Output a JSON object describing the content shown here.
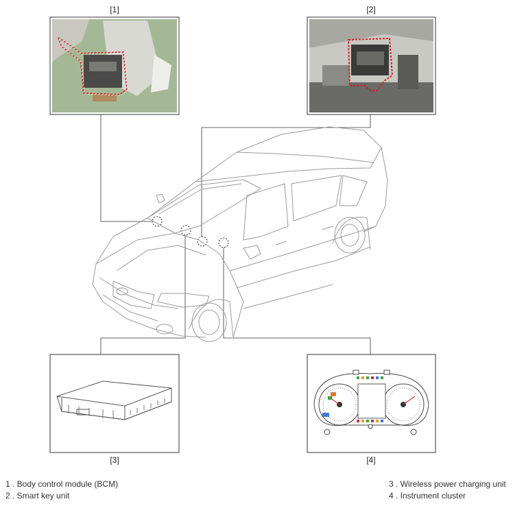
{
  "callouts": [
    {
      "label": "[1]"
    },
    {
      "label": "[2]"
    },
    {
      "label": "[3]"
    },
    {
      "label": "[4]"
    }
  ],
  "legend": [
    {
      "text": "1 . Body control module (BCM)"
    },
    {
      "text": "2 . Smart key unit"
    },
    {
      "text": "3 . Wireless power charging unit"
    },
    {
      "text": "4 . Instrument cluster"
    }
  ],
  "colors": {
    "frame": "#333333",
    "highlight": "#cc2222",
    "photo_bg": "#8faa7a",
    "line_art": "#9a9a9a"
  }
}
